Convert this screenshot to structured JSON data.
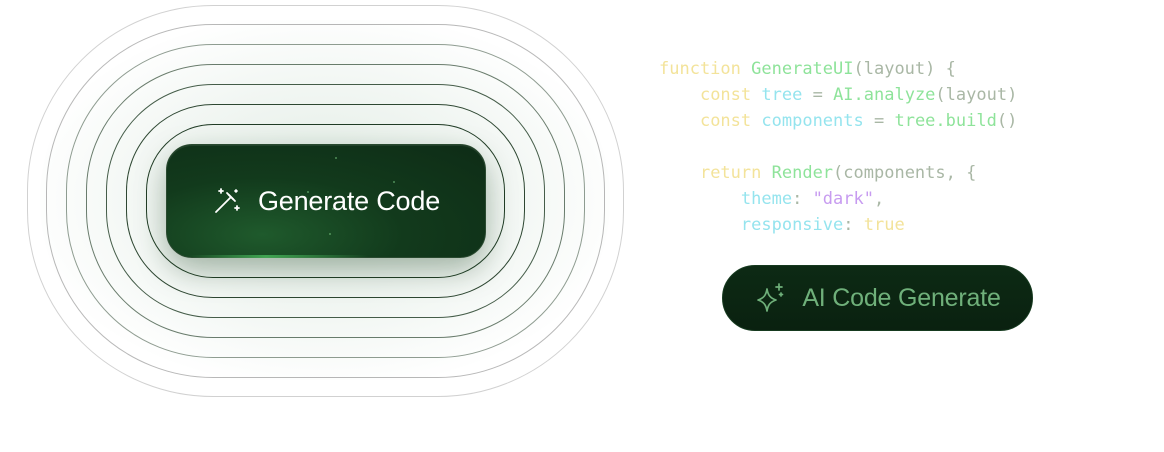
{
  "primary_button": {
    "label": "Generate Code",
    "icon": "magic-wand-icon"
  },
  "code_snippet": {
    "lines": [
      [
        [
          "kw",
          "function"
        ],
        [
          "punc",
          " "
        ],
        [
          "fn",
          "GenerateUI"
        ],
        [
          "punc",
          "(layout) {"
        ]
      ],
      [
        [
          "punc",
          "    "
        ],
        [
          "kw",
          "const"
        ],
        [
          "punc",
          " "
        ],
        [
          "var",
          "tree"
        ],
        [
          "punc",
          " = "
        ],
        [
          "fn",
          "AI.analyze"
        ],
        [
          "punc",
          "(layout)"
        ]
      ],
      [
        [
          "punc",
          "    "
        ],
        [
          "kw",
          "const"
        ],
        [
          "punc",
          " "
        ],
        [
          "var",
          "components"
        ],
        [
          "punc",
          " = "
        ],
        [
          "fn",
          "tree.build"
        ],
        [
          "punc",
          "()"
        ]
      ],
      [],
      [
        [
          "punc",
          "    "
        ],
        [
          "kw",
          "return"
        ],
        [
          "punc",
          " "
        ],
        [
          "fn",
          "Render"
        ],
        [
          "punc",
          "(components, {"
        ]
      ],
      [
        [
          "punc",
          "        "
        ],
        [
          "var",
          "theme"
        ],
        [
          "punc",
          ": "
        ],
        [
          "str",
          "\"dark\""
        ],
        [
          "punc",
          ","
        ]
      ],
      [
        [
          "punc",
          "        "
        ],
        [
          "var",
          "responsive"
        ],
        [
          "punc",
          ": "
        ],
        [
          "bool",
          "true"
        ]
      ]
    ]
  },
  "ai_button": {
    "label": "AI Code Generate",
    "icon": "sparkles-icon"
  },
  "colors": {
    "primary_bg": "#123a1c",
    "ai_bg": "#0d2a14",
    "ai_text": "#6fb07a",
    "keyword": "#f3e39a",
    "function": "#8ee39a",
    "variable": "#95e4ee",
    "string": "#c79bf0"
  }
}
